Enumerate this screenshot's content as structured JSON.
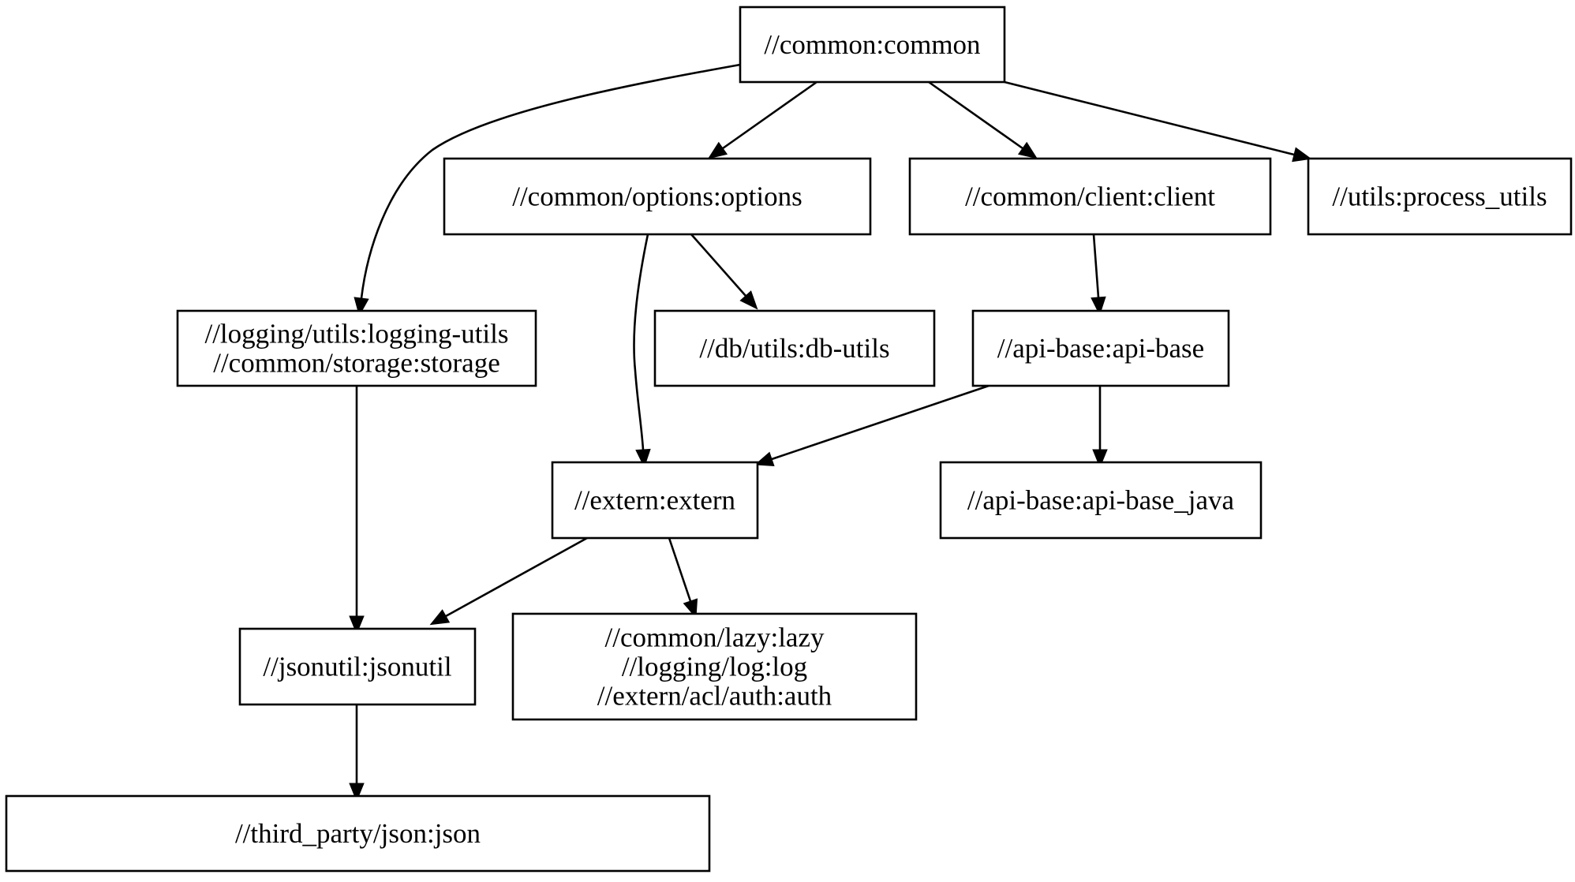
{
  "graph": {
    "nodes": [
      {
        "id": "common",
        "lines": [
          "//common:common"
        ]
      },
      {
        "id": "options",
        "lines": [
          "//common/options:options"
        ]
      },
      {
        "id": "client",
        "lines": [
          "//common/client:client"
        ]
      },
      {
        "id": "process_utils",
        "lines": [
          "//utils:process_utils"
        ]
      },
      {
        "id": "logging_storage",
        "lines": [
          "//logging/utils:logging-utils",
          "//common/storage:storage"
        ]
      },
      {
        "id": "db_utils",
        "lines": [
          "//db/utils:db-utils"
        ]
      },
      {
        "id": "api_base",
        "lines": [
          "//api-base:api-base"
        ]
      },
      {
        "id": "extern",
        "lines": [
          "//extern:extern"
        ]
      },
      {
        "id": "api_base_java",
        "lines": [
          "//api-base:api-base_java"
        ]
      },
      {
        "id": "jsonutil",
        "lines": [
          "//jsonutil:jsonutil"
        ]
      },
      {
        "id": "lazy_log_auth",
        "lines": [
          "//common/lazy:lazy",
          "//logging/log:log",
          "//extern/acl/auth:auth"
        ]
      },
      {
        "id": "json",
        "lines": [
          "//third_party/json:json"
        ]
      }
    ],
    "edges": [
      {
        "from": "common",
        "to": "logging_storage"
      },
      {
        "from": "common",
        "to": "options"
      },
      {
        "from": "common",
        "to": "client"
      },
      {
        "from": "common",
        "to": "process_utils"
      },
      {
        "from": "options",
        "to": "extern"
      },
      {
        "from": "options",
        "to": "db_utils"
      },
      {
        "from": "client",
        "to": "api_base"
      },
      {
        "from": "logging_storage",
        "to": "jsonutil"
      },
      {
        "from": "api_base",
        "to": "extern"
      },
      {
        "from": "api_base",
        "to": "api_base_java"
      },
      {
        "from": "extern",
        "to": "jsonutil"
      },
      {
        "from": "extern",
        "to": "lazy_log_auth"
      },
      {
        "from": "jsonutil",
        "to": "json"
      }
    ]
  }
}
